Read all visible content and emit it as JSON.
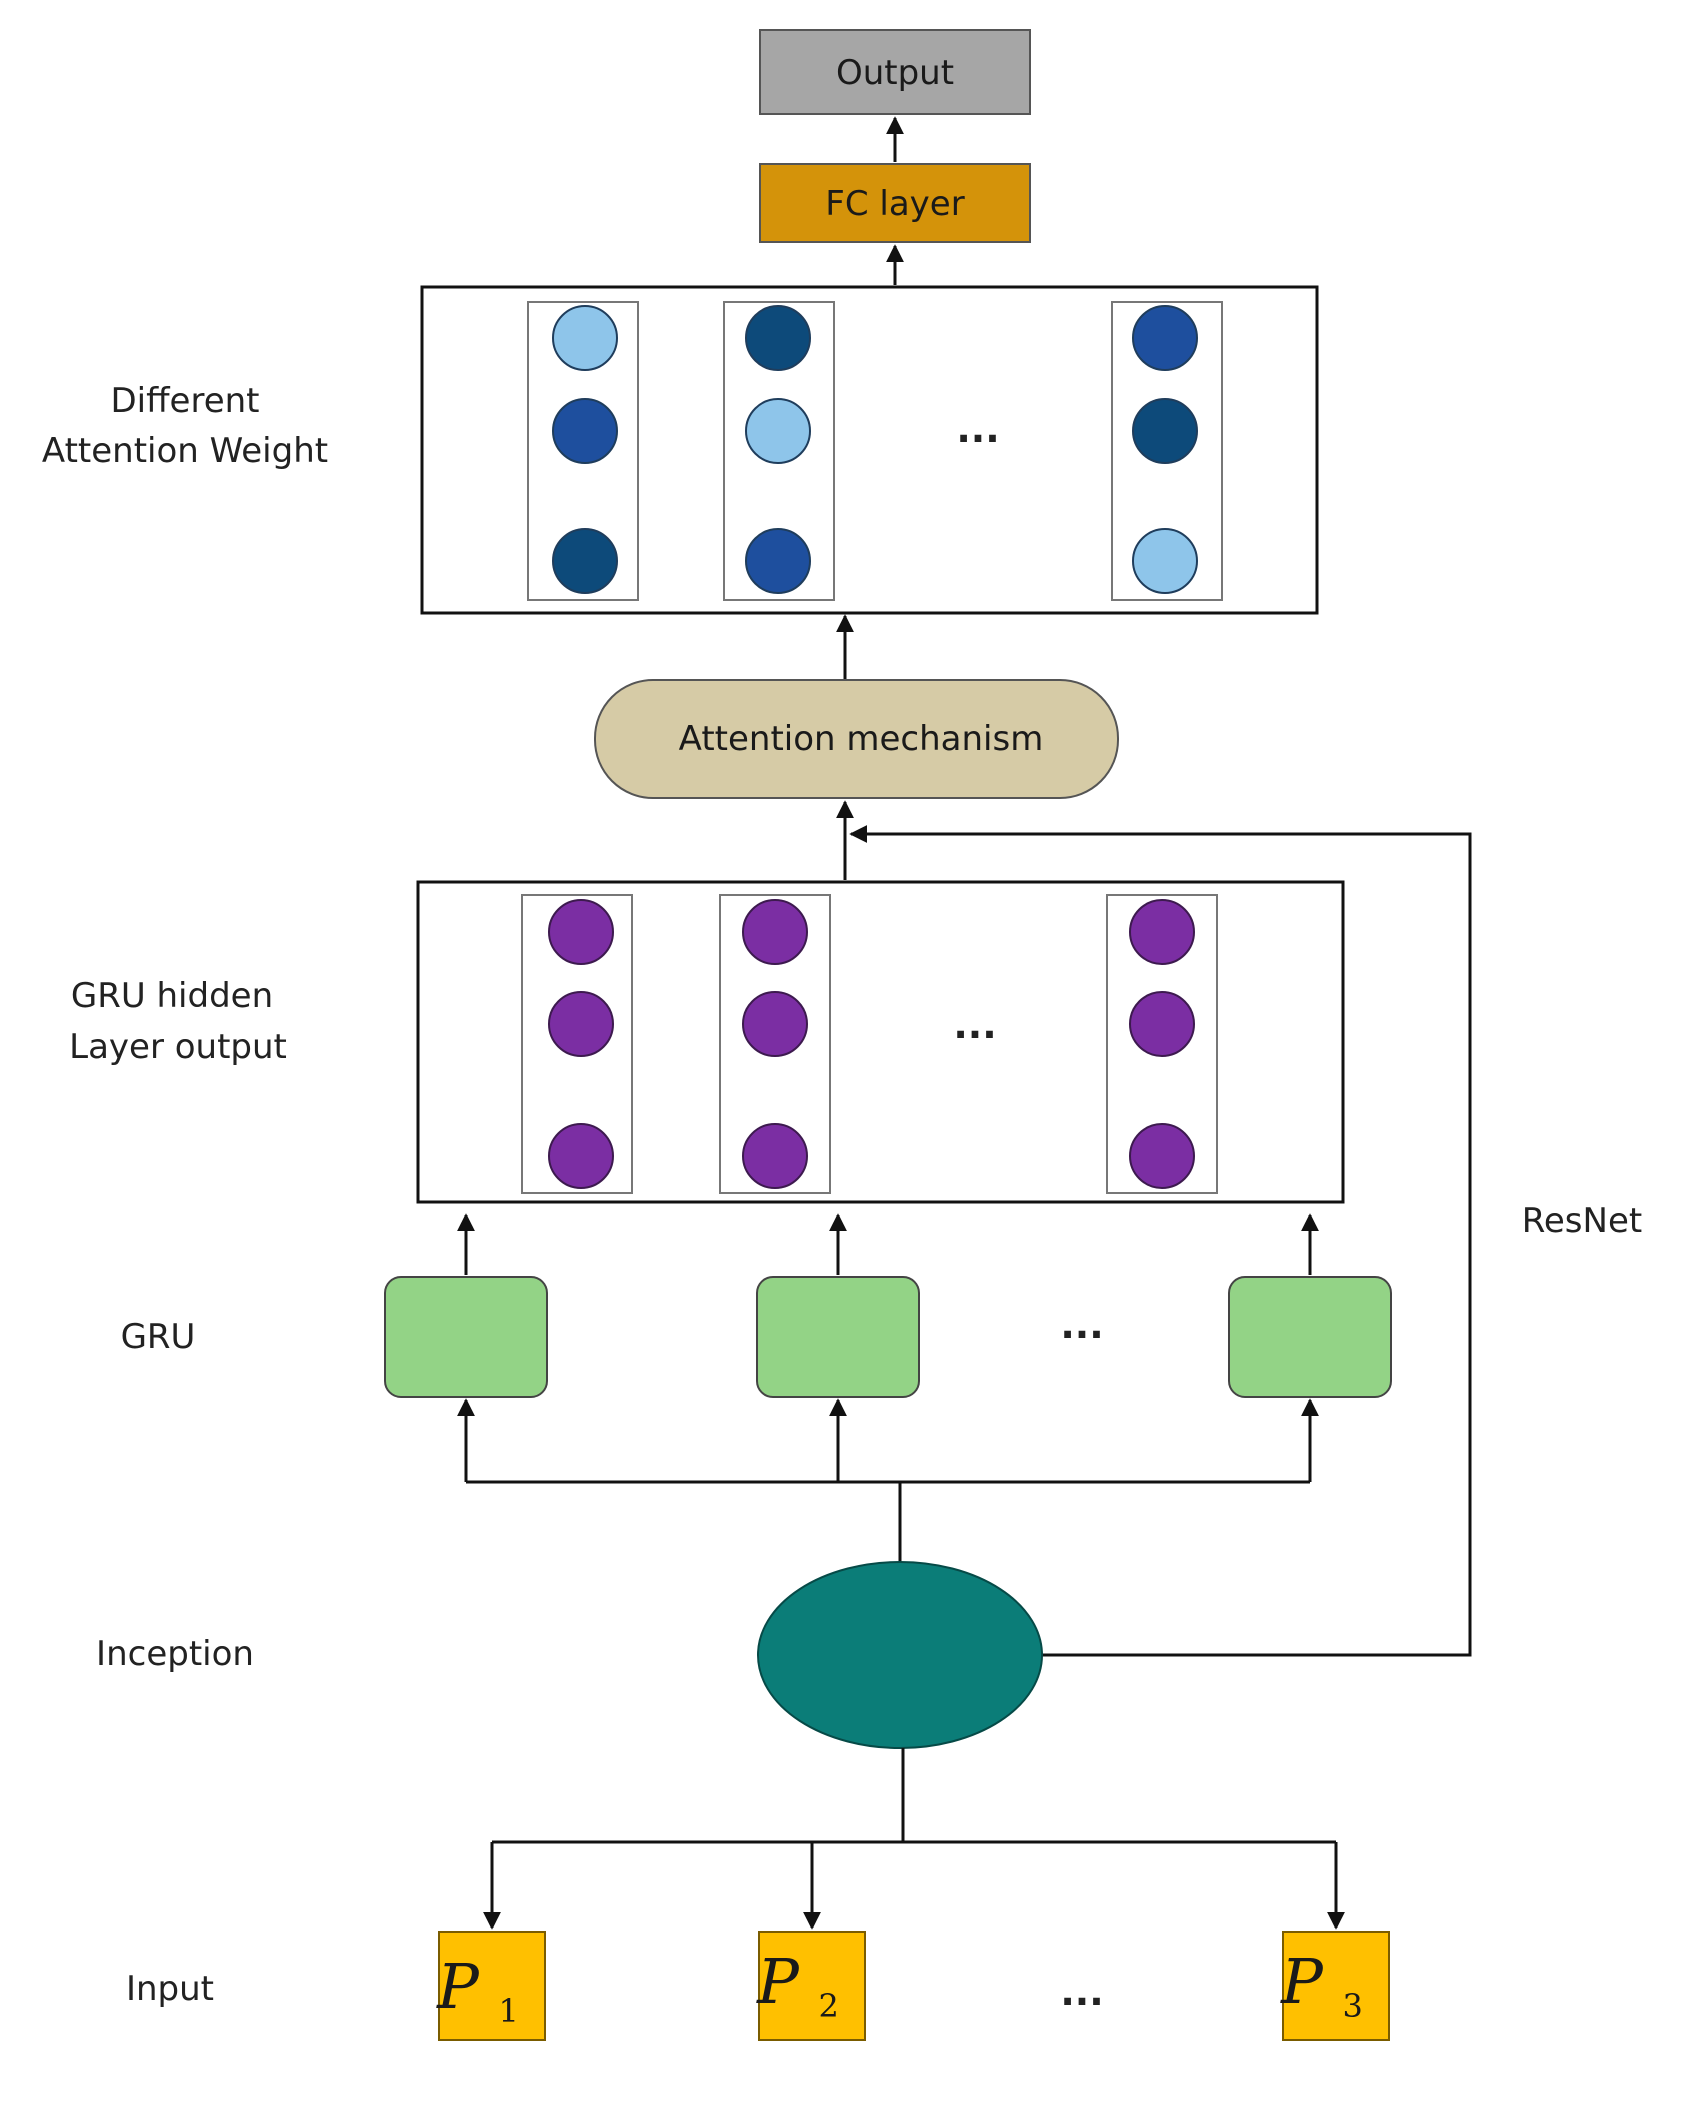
{
  "nodes": {
    "output": "Output",
    "fc_layer": "FC layer",
    "attention": "Attention mechanism"
  },
  "side_labels": {
    "attention_weight_line1": "Different",
    "attention_weight_line2": "Attention Weight",
    "gru_hidden_line1": "GRU hidden",
    "gru_hidden_line2": "Layer output",
    "gru": "GRU",
    "inception": "Inception",
    "input": "Input",
    "resnet": "ResNet"
  },
  "ellipsis": "...",
  "inputs": [
    {
      "letter": "P",
      "sub": "1"
    },
    {
      "letter": "P",
      "sub": "2"
    },
    {
      "letter": "P",
      "sub": "3"
    }
  ],
  "colors": {
    "output_fill": "#a6a6a6",
    "fc_fill": "#d4930a",
    "attention_fill": "#d6cba6",
    "gru_fill": "#93d386",
    "inception_fill": "#0b7d78",
    "input_fill": "#ffc000",
    "hidden_dot": "#7b2ea3",
    "weight_light": "#8ec5ea",
    "weight_mid": "#1e4f9e",
    "weight_dark": "#0d4a7a"
  }
}
